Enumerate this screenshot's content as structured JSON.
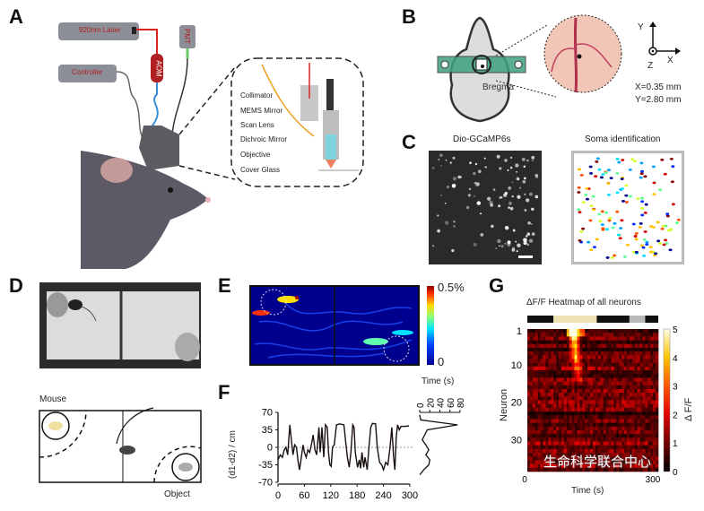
{
  "panels": {
    "A": {
      "label": "A",
      "devices": {
        "laser": "920nm Laser",
        "controller": "Controller",
        "aom": "AOM",
        "pmt": "PMT"
      },
      "inset_labels": [
        "Collimator",
        "MEMS Mirror",
        "Scan Lens",
        "Dichroic Mirror",
        "Objective",
        "Cover Glass"
      ]
    },
    "B": {
      "label": "B",
      "landmark": "Bregma",
      "axes": {
        "x": "X",
        "y": "Y",
        "z": "Z"
      },
      "coords": {
        "x": "X=0.35 mm",
        "y": "Y=2.80 mm"
      }
    },
    "C": {
      "label": "C",
      "left_title": "Dio-GCaMP6s",
      "right_title": "Soma identification"
    },
    "D": {
      "label": "D",
      "mouse_label": "Mouse",
      "object_label": "Object"
    },
    "E": {
      "label": "E",
      "colorbar_max": "0.5%",
      "colorbar_min": "0"
    },
    "F": {
      "label": "F"
    },
    "G": {
      "label": "G"
    }
  },
  "watermark": "生命科学联合中心",
  "chart_data": [
    {
      "id": "F-trace",
      "type": "line",
      "title": "",
      "xlabel": "",
      "ylabel": "(d1-d2) / cm",
      "xlim": [
        0,
        300
      ],
      "ylim": [
        -70,
        70
      ],
      "xticks": [
        "0",
        "60",
        "120",
        "180",
        "240",
        "300"
      ],
      "yticks": [
        "70",
        "35",
        "0",
        "-35",
        "-70"
      ],
      "reference_line": 0,
      "x": [
        0,
        5,
        10,
        14,
        18,
        22,
        27,
        31,
        34,
        38,
        42,
        46,
        49,
        53,
        57,
        60,
        64,
        68,
        72,
        76,
        80,
        84,
        88,
        93,
        96,
        100,
        104,
        108,
        112,
        115,
        118,
        121,
        124,
        128,
        133,
        140,
        150,
        154,
        158,
        162,
        166,
        170,
        173,
        176,
        181,
        185,
        188,
        191,
        195,
        198,
        203,
        207,
        211,
        215,
        222,
        226,
        231,
        236,
        240,
        245,
        250,
        255,
        259,
        263,
        266,
        269,
        272,
        276,
        280,
        290,
        298
      ],
      "y": [
        -25,
        -15,
        -20,
        -5,
        0,
        -15,
        45,
        10,
        -15,
        5,
        0,
        -30,
        -45,
        -20,
        5,
        -10,
        -20,
        -5,
        -10,
        5,
        25,
        -5,
        -15,
        40,
        -10,
        40,
        -20,
        45,
        40,
        -10,
        -35,
        -38,
        0,
        5,
        45,
        47,
        45,
        10,
        -20,
        -40,
        -10,
        45,
        40,
        -10,
        -40,
        -25,
        -42,
        -10,
        -40,
        -20,
        -45,
        0,
        40,
        48,
        47,
        0,
        -30,
        -35,
        -45,
        -30,
        -35,
        0,
        40,
        -20,
        -45,
        20,
        45,
        35,
        42,
        42,
        43
      ]
    },
    {
      "id": "F-histogram",
      "type": "line",
      "xlabel": "Time (s)",
      "xlim": [
        0,
        80
      ],
      "xticks": [
        "0",
        "20",
        "40",
        "60",
        "80"
      ],
      "bins_cm": [
        65,
        55,
        45,
        35,
        25,
        15,
        5,
        -5,
        -15,
        -25,
        -35,
        -45,
        -55
      ],
      "time_s": [
        0,
        2,
        75,
        15,
        10,
        5,
        12,
        18,
        12,
        20,
        18,
        8,
        0
      ]
    },
    {
      "id": "G-heatmap",
      "type": "heatmap",
      "title": "ΔF/F Heatmap of all neurons",
      "xlabel": "Time (s)",
      "ylabel": "Neuron",
      "yticks": [
        "1",
        "10",
        "20",
        "30"
      ],
      "xticks_visible": [
        "0",
        "300"
      ],
      "n_neurons": 38,
      "colorbar_label": "Δ F/F",
      "colorbar_ticks": [
        "5",
        "4",
        "3",
        "2",
        "1",
        "0"
      ],
      "colorbar_range": [
        0,
        5
      ],
      "epoch_bar": [
        {
          "state": "black",
          "fraction": 0.2,
          "color": "#111111"
        },
        {
          "state": "tan",
          "fraction": 0.33,
          "color": "#efe2b4"
        },
        {
          "state": "black",
          "fraction": 0.25,
          "color": "#111111"
        },
        {
          "state": "gray",
          "fraction": 0.12,
          "color": "#b8b8b8"
        },
        {
          "state": "black",
          "fraction": 0.1,
          "color": "#111111"
        }
      ]
    }
  ]
}
